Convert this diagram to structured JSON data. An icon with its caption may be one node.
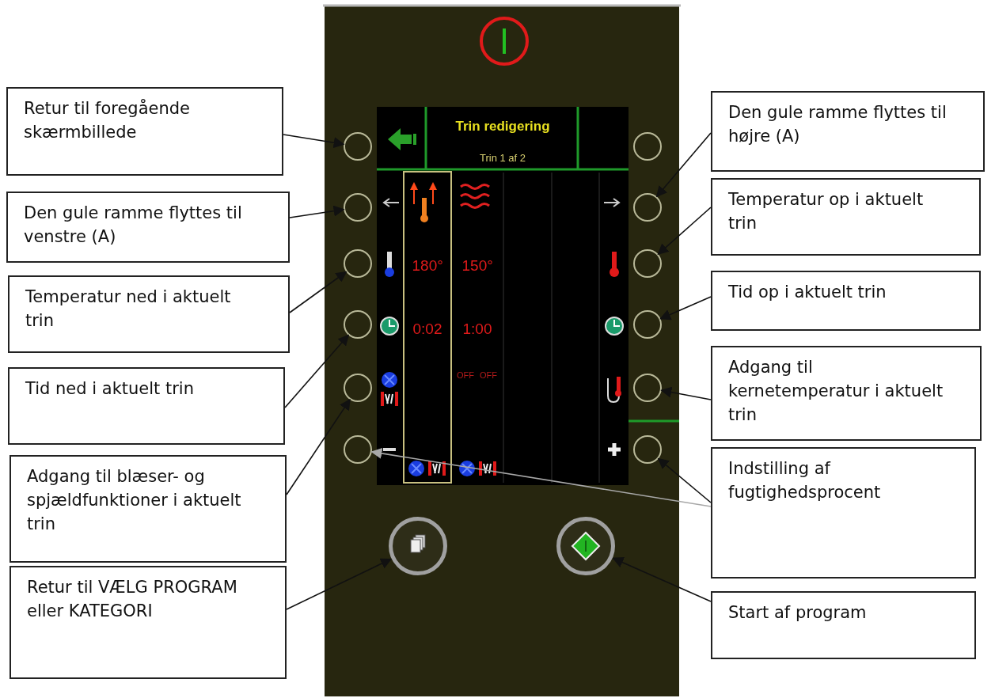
{
  "diagram": {
    "nodes": [
      {
        "text": [
          "Retur til foregående skærmbillede"
        ]
      },
      {
        "text": [
          "Den gule ramme flyttes til venstre (A)"
        ]
      },
      {
        "text": [
          "Temperatur ned i aktuelt trin"
        ]
      },
      {
        "text": [
          "Tid ned i aktuelt trin"
        ]
      },
      {
        "text": [
          "Adgang til blæser- og spjældfunktioner i aktuelt trin"
        ]
      },
      {
        "text": [
          "Retur til VÆLG PROGRAM eller KATEGORI"
        ]
      },
      {
        "text": [],
        "shape": "circle"
      },
      {
        "text": [],
        "shape": "circle"
      },
      {
        "text": [],
        "shape": "circle"
      },
      {
        "text": [],
        "shape": "circle"
      },
      {
        "text": [],
        "shape": "circle"
      },
      {
        "text": [],
        "shape": "circle"
      },
      {
        "text": [],
        "shape": "circle"
      },
      {
        "text": [],
        "shape": "circle"
      },
      {
        "text": [],
        "shape": "circle"
      },
      {
        "text": [],
        "shape": "circle"
      },
      {
        "text": [],
        "shape": "circle"
      },
      {
        "text": [],
        "shape": "circle"
      },
      {
        "text": [],
        "shape": "circle"
      },
      {
        "text": [],
        "shape": "circle"
      },
      {
        "text": [
          "Den gule ramme flyttes til højre (A)"
        ]
      },
      {
        "text": [
          "Temperatur op i aktuelt trin"
        ]
      },
      {
        "text": [
          "Tid op i aktuelt trin"
        ]
      },
      {
        "text": [
          "Adgang til kernetemperatur i aktuelt trin"
        ]
      },
      {
        "text": [
          "Indstilling af fugtighedsprocent"
        ]
      },
      {
        "text": [
          "Start af program"
        ]
      }
    ],
    "edges": [
      {
        "from": 0,
        "to": 6,
        "arrow": "to"
      },
      {
        "from": 1,
        "to": 7,
        "arrow": "to"
      },
      {
        "from": 2,
        "to": 8,
        "arrow": "to"
      },
      {
        "from": 3,
        "to": 9,
        "arrow": "to"
      },
      {
        "from": 4,
        "to": 10,
        "arrow": "to"
      },
      {
        "from": 5,
        "to": 12,
        "arrow": "to"
      },
      {
        "from": 20,
        "to": 15,
        "arrow": "to"
      },
      {
        "from": 21,
        "to": 16,
        "arrow": "to"
      },
      {
        "from": 22,
        "to": 17,
        "arrow": "to"
      },
      {
        "from": 23,
        "to": 18,
        "arrow": "to"
      },
      {
        "from": 24,
        "to": 19,
        "arrow": "to"
      },
      {
        "from": 24,
        "to": 11,
        "arrow": "to",
        "color": "#a8a8a8"
      },
      {
        "from": 25,
        "to": 13,
        "arrow": "to"
      }
    ],
    "labels": [
      "Trin redigering",
      "Trin 1 af 2",
      "180°",
      "150°",
      "0:02",
      "1:00",
      "OFF",
      "OFF"
    ]
  }
}
